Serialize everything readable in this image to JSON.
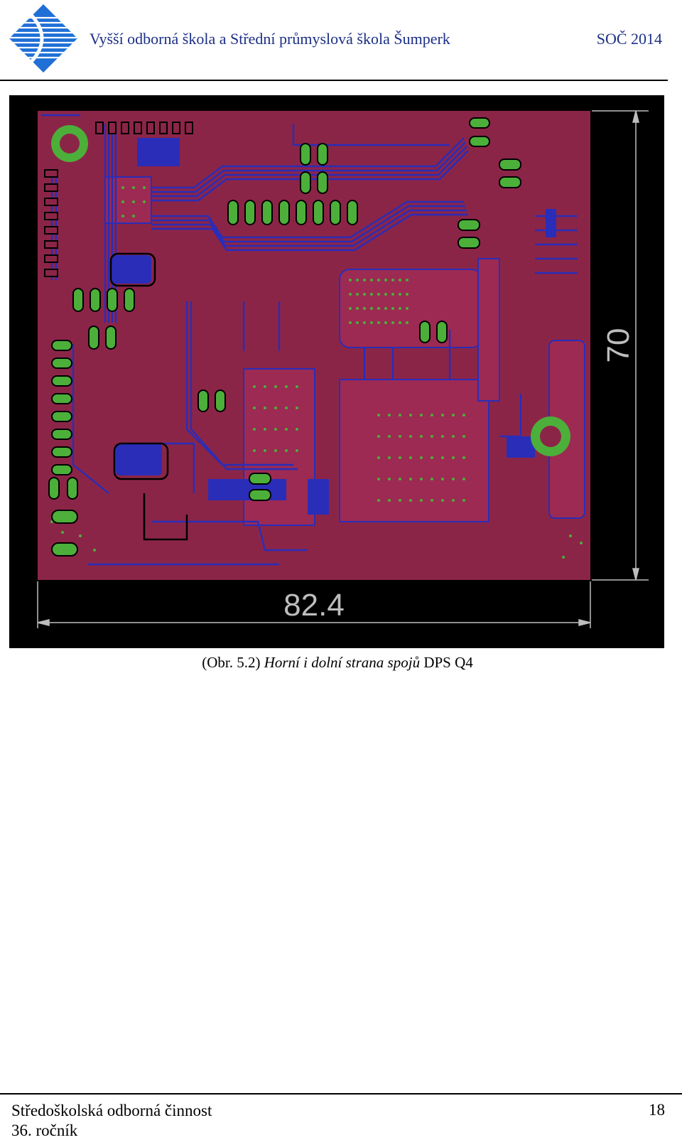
{
  "header": {
    "school": "Vyšší odborná škola a Střední průmyslová škola Šumperk",
    "year": "SOČ 2014"
  },
  "figure": {
    "dimension_width": "82.4",
    "dimension_height": "70",
    "colors": {
      "board": "#8b2547",
      "trace": "#2a2db8",
      "pad": "#4caf3a",
      "background": "#000000",
      "dimension": "#bdbdbd"
    }
  },
  "caption": {
    "prefix": "(Obr. 5.2) ",
    "italic": "Horní i dolní strana spojů",
    "suffix": " DPS Q4"
  },
  "footer": {
    "line1": "Středoškolská odborná činnost",
    "line2": "36. ročník",
    "page": "18"
  }
}
